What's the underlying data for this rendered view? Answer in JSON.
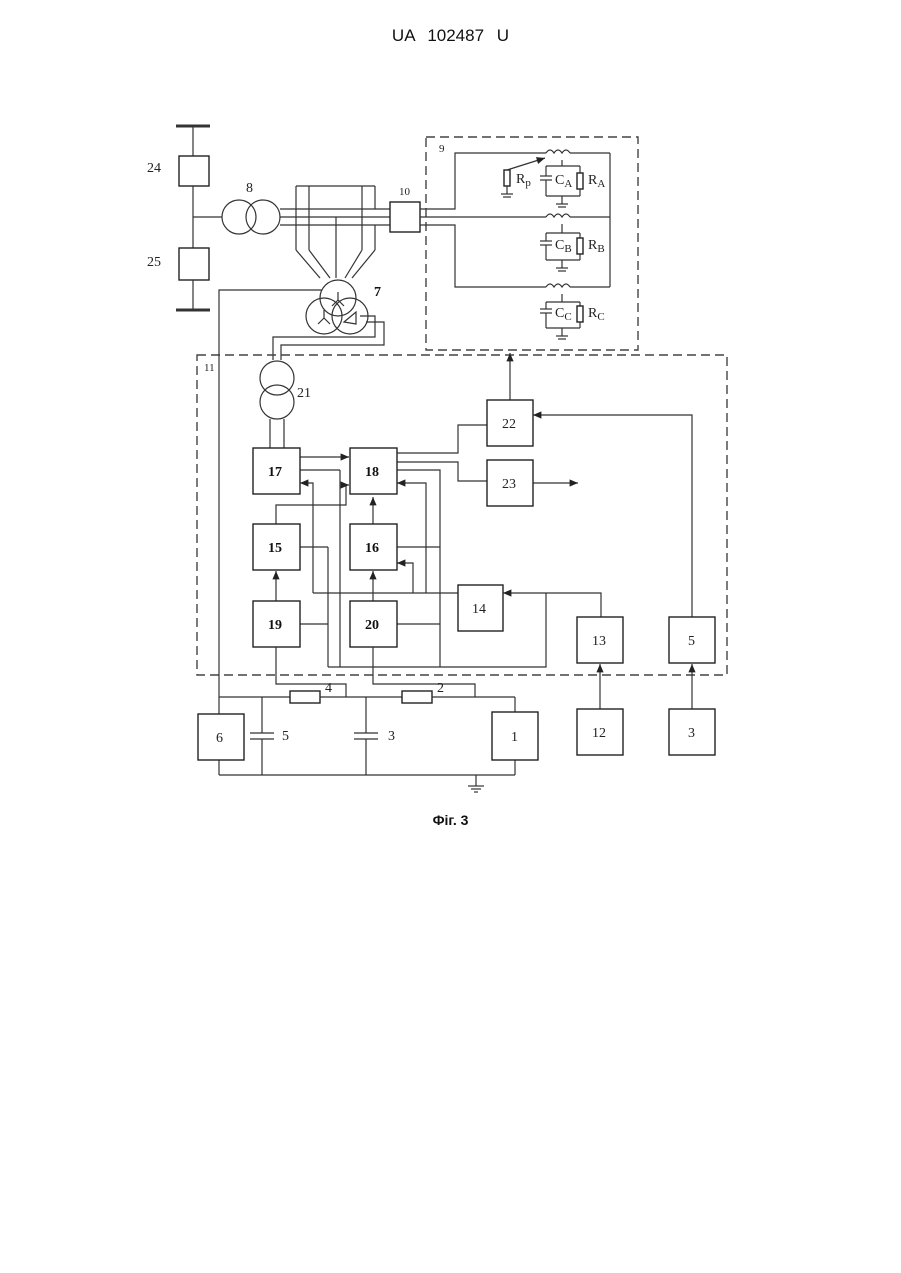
{
  "header": {
    "doc_id": "UA   102487   U"
  },
  "figure": {
    "caption": "Фіг. 3",
    "labels": {
      "b24": "24",
      "b25": "25",
      "t8": "8",
      "t7": "7",
      "b10": "10",
      "g9": "9",
      "g11": "11",
      "t21": "21",
      "b17": "17",
      "b18": "18",
      "b15": "15",
      "b16": "16",
      "b19": "19",
      "b20": "20",
      "b14": "14",
      "b22": "22",
      "b23": "23",
      "b13": "13",
      "b5a": "5",
      "b12": "12",
      "b3a": "3",
      "b6": "6",
      "c5": "5",
      "c3": "3",
      "b1": "1",
      "r4": "4",
      "r2": "2",
      "rp": "R",
      "rp_sub": "p",
      "ca": "C",
      "ca_sub": "A",
      "ra": "R",
      "ra_sub": "A",
      "cb": "C",
      "cb_sub": "B",
      "rb": "R",
      "rb_sub": "B",
      "cc": "C",
      "cc_sub": "C",
      "rc": "R",
      "rc_sub": "C"
    }
  }
}
